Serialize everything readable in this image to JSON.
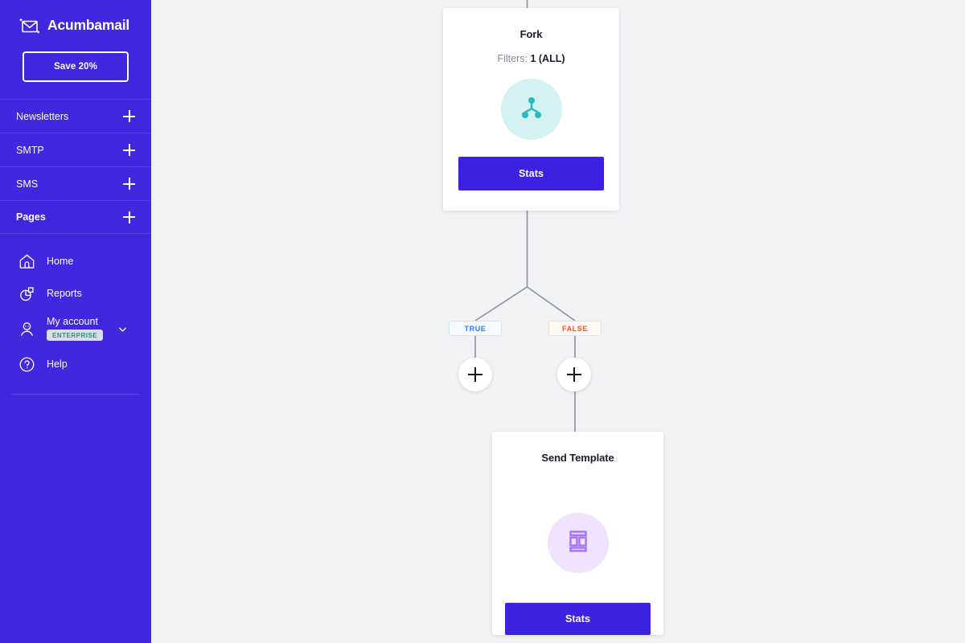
{
  "brand": {
    "name": "Acumbamail",
    "logo_icon": "envelope-sparkle-icon",
    "promo_button": "Save 20%"
  },
  "sidebar": {
    "primary_items": [
      {
        "label": "Newsletters",
        "icon": "plus-icon",
        "active": false
      },
      {
        "label": "SMTP",
        "icon": "plus-icon",
        "active": false
      },
      {
        "label": "SMS",
        "icon": "plus-icon",
        "active": false
      },
      {
        "label": "Pages",
        "icon": "plus-icon",
        "active": true
      }
    ],
    "secondary_items": [
      {
        "label": "Home",
        "icon": "home-icon"
      },
      {
        "label": "Reports",
        "icon": "pie-chart-icon"
      },
      {
        "label": "My account",
        "icon": "user-icon",
        "badge": "ENTERPRISE",
        "chevron": "chevron-down-icon"
      },
      {
        "label": "Help",
        "icon": "question-circle-icon"
      }
    ]
  },
  "canvas": {
    "background": "#f2f2f5",
    "nodes": [
      {
        "id": "fork",
        "title": "Fork",
        "subtitle_label": "Filters:",
        "subtitle_value": "1 (ALL)",
        "icon": "fork-tree-icon",
        "icon_bg": "#d3f2f1",
        "icon_color": "#27bac3",
        "action_label": "Stats"
      },
      {
        "id": "send-template",
        "title": "Send Template",
        "icon": "template-layout-icon",
        "icon_bg": "#efe3fd",
        "icon_color": "#a674f7",
        "action_label": "Stats"
      }
    ],
    "branches": [
      {
        "label": "TRUE",
        "color": "#2f7df6",
        "bg": "#f6faff",
        "border": "#cfe2fb"
      },
      {
        "label": "FALSE",
        "color": "#f1532a",
        "bg": "#fff8f5",
        "border": "#fbd9cc"
      }
    ],
    "add_buttons": [
      {
        "name": "add-step-true",
        "icon": "plus-icon"
      },
      {
        "name": "add-step-false",
        "icon": "plus-icon"
      }
    ]
  },
  "colors": {
    "sidebar_bg": "#4128df",
    "accent_button": "#3b21e0",
    "connector": "#8492a6",
    "badge_text": "#219a72",
    "badge_bg": "#dcdce8"
  }
}
